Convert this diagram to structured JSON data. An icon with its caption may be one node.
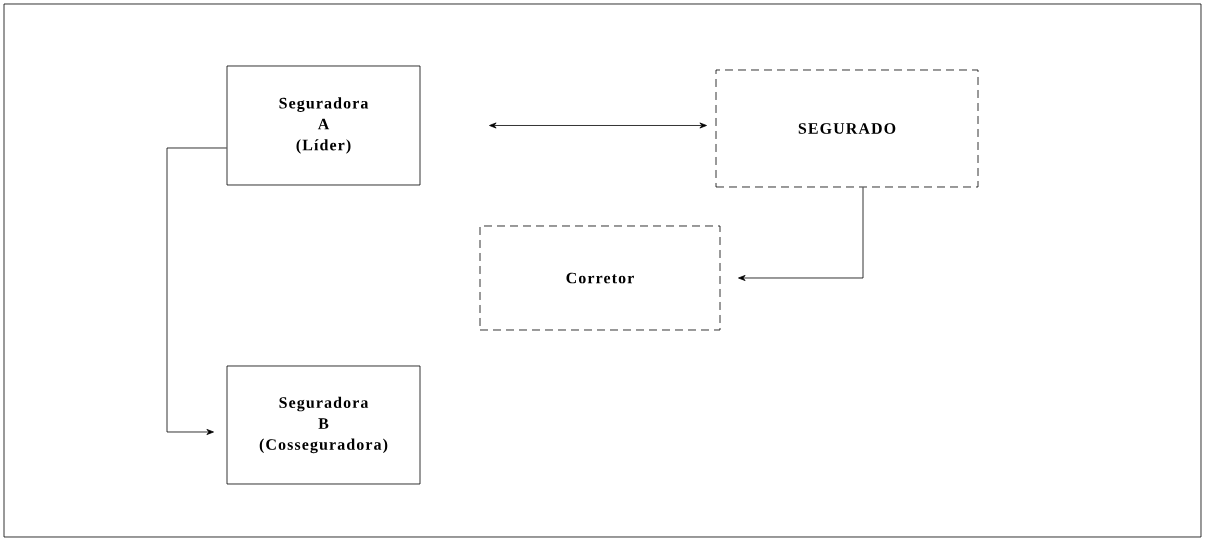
{
  "diagram": {
    "nodes": [
      {
        "text": [
          "Seguradora A (Líder)"
        ]
      },
      {
        "text": [
          "SEGURADO"
        ]
      },
      {
        "text": [
          "Corretor"
        ]
      },
      {
        "text": [
          "Seguradora B (Cosseguradora)"
        ]
      }
    ],
    "edges": [
      {
        "from": 0,
        "to": 1,
        "arrow": "both"
      },
      {
        "from": 1,
        "to": 2,
        "arrow": "to"
      },
      {
        "from": 0,
        "to": 3,
        "arrow": "to"
      }
    ]
  }
}
